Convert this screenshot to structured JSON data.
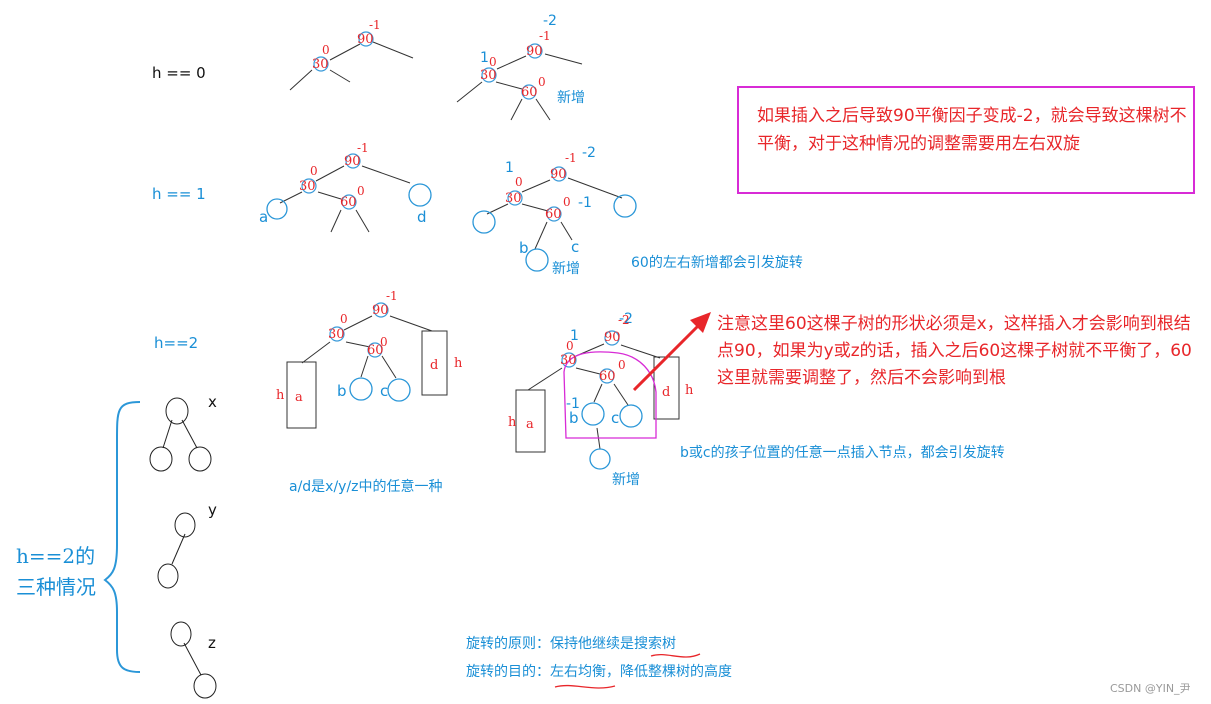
{
  "cases": {
    "h0": "h == 0",
    "h1": "h == 1",
    "h2": "h==2"
  },
  "sub": {
    "tree1": "a",
    "tree2": "d",
    "left": "b",
    "right": "c",
    "h": "h"
  },
  "balance": {
    "m1": "-1",
    "m2": "-2",
    "m22": "-2",
    "zero": "0",
    "one": "1"
  },
  "nodes": {
    "n90": "90",
    "n30": "30",
    "n60": "60"
  },
  "inserted": "新增",
  "note1": "如果插入之后导致90平衡因子变成-2，就会导致这棵树不平衡，对于这种情况的调整需要用左右双旋",
  "note2": "注意这里60这棵子树的形状必须是x，这样插入才会影响到根结点90，如果为y或z的话，插入之后60这棵子树就不平衡了，60这里就需要调整了，然后不会影响到根",
  "caption_60": "60的左右新增都会引发旋转",
  "caption_ad": "a/d是x/y/z中的任意一种",
  "caption_bc": "b或c的孩子位置的任意一点插入节点，都会引发旋转",
  "shapes": {
    "x": "x",
    "y": "y",
    "z": "z"
  },
  "brace_label": "h==2的\n三种情况",
  "principle1": "旋转的原则：保持他继续是搜索树",
  "principle2": "旋转的目的：左右均衡，降低整棵树的高度",
  "watermark": "CSDN @YIN_尹"
}
